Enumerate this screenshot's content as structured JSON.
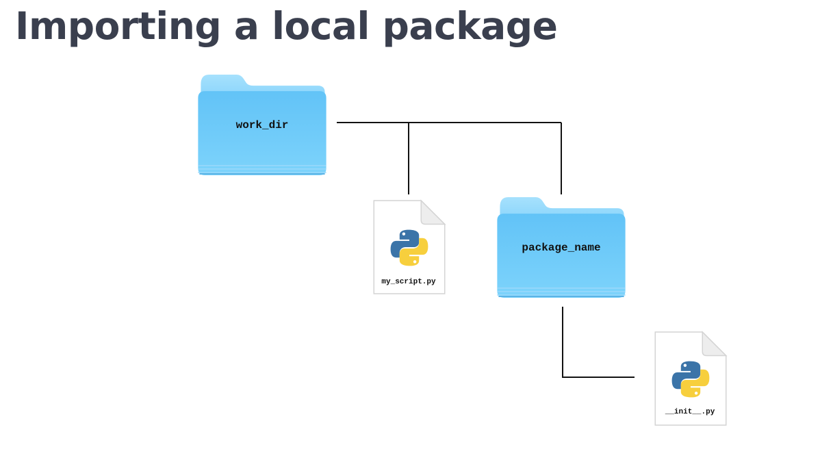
{
  "title": "Importing a local package",
  "tree": {
    "root_folder": {
      "label": "work_dir",
      "icon": "folder-icon"
    },
    "children": [
      {
        "label": "my_script.py",
        "icon": "python-file-icon"
      },
      {
        "label": "package_name",
        "icon": "folder-icon"
      }
    ],
    "package_children": [
      {
        "label": "__init__.py",
        "icon": "python-file-icon"
      }
    ]
  },
  "colors": {
    "title": "#3a3f4e",
    "folder_front": "#6ccbfa",
    "folder_back": "#8fd8fc",
    "python_blue": "#3b74a8",
    "python_yellow": "#f7cf3d"
  }
}
